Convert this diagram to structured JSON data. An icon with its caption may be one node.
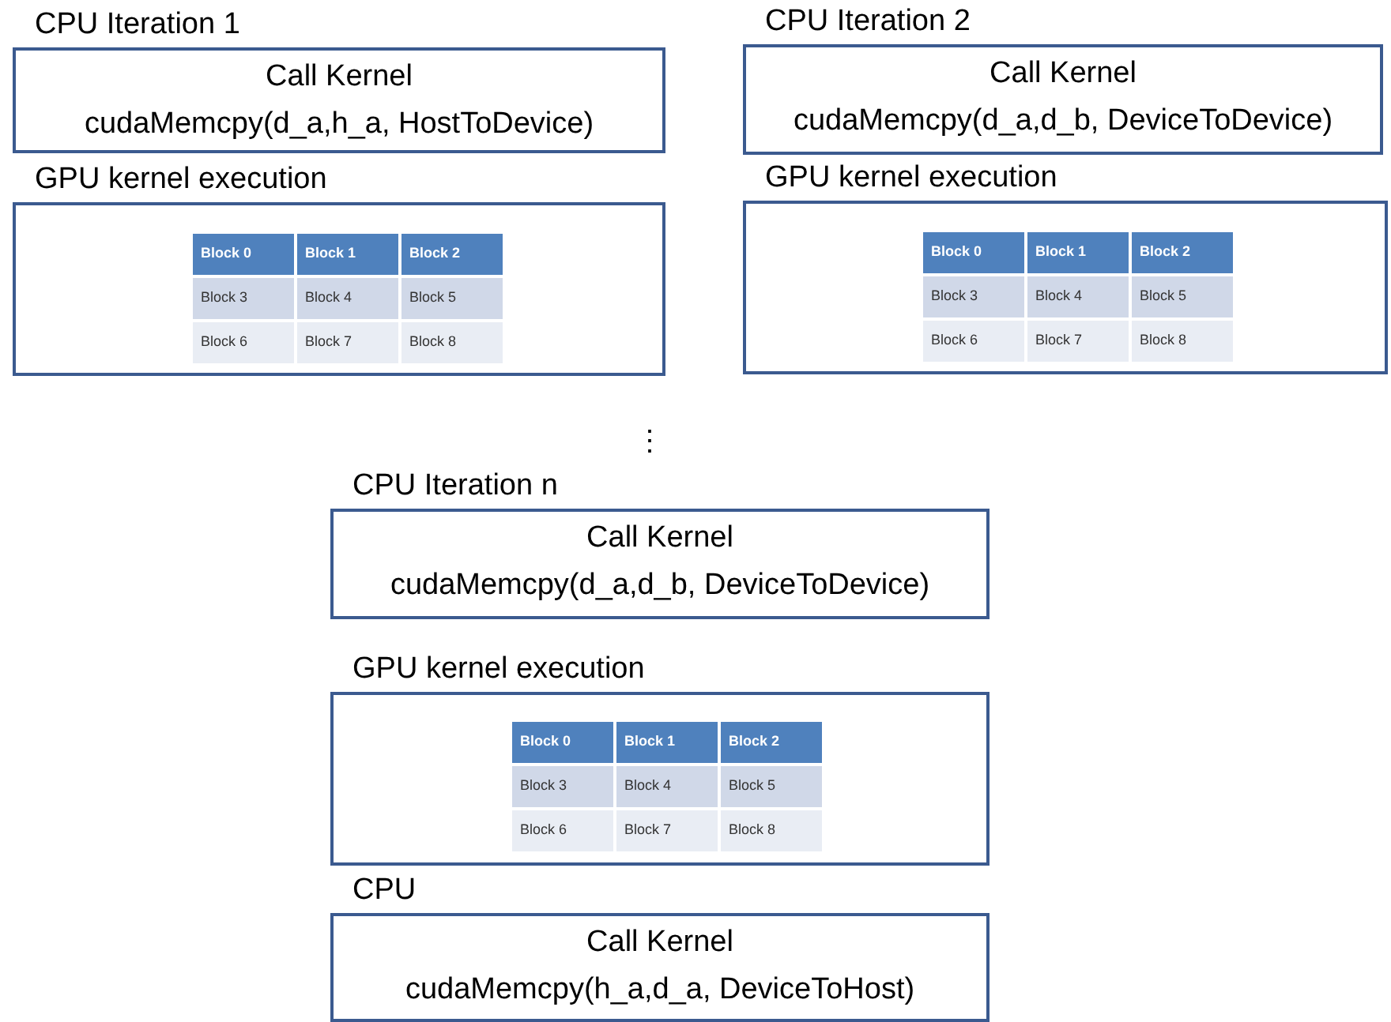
{
  "diagram": {
    "nodes": [
      {
        "text": [
          "CPU Iteration 1",
          "Call Kernel",
          "cudaMemcpy(d_a,h_a, HostToDevice)"
        ]
      },
      {
        "text": [
          "GPU kernel execution"
        ]
      },
      {
        "text": [
          "Block 0"
        ],
        "in": 1
      },
      {
        "text": [
          "Block 1"
        ],
        "in": 1
      },
      {
        "text": [
          "Block 2"
        ],
        "in": 1
      },
      {
        "text": [
          "Block 3"
        ],
        "in": 1
      },
      {
        "text": [
          "Block 4"
        ],
        "in": 1
      },
      {
        "text": [
          "Block 5"
        ],
        "in": 1
      },
      {
        "text": [
          "Block 6"
        ],
        "in": 1
      },
      {
        "text": [
          "Block 7"
        ],
        "in": 1
      },
      {
        "text": [
          "Block 8"
        ],
        "in": 1
      },
      {
        "text": [
          "CPU Iteration 2",
          "Call Kernel",
          "cudaMemcpy(d_a,d_b, DeviceToDevice)"
        ]
      },
      {
        "text": [
          "GPU kernel execution"
        ]
      },
      {
        "text": [
          "Block 0"
        ],
        "in": 12
      },
      {
        "text": [
          "Block 1"
        ],
        "in": 12
      },
      {
        "text": [
          "Block 2"
        ],
        "in": 12
      },
      {
        "text": [
          "Block 3"
        ],
        "in": 12
      },
      {
        "text": [
          "Block 4"
        ],
        "in": 12
      },
      {
        "text": [
          "Block 5"
        ],
        "in": 12
      },
      {
        "text": [
          "Block 6"
        ],
        "in": 12
      },
      {
        "text": [
          "Block 7"
        ],
        "in": 12
      },
      {
        "text": [
          "Block 8"
        ],
        "in": 12
      },
      {
        "text": [
          "CPU Iteration n",
          "Call Kernel",
          "cudaMemcpy(d_a,d_b, DeviceToDevice)"
        ]
      },
      {
        "text": [
          "GPU kernel execution"
        ]
      },
      {
        "text": [
          "Block 0"
        ],
        "in": 23
      },
      {
        "text": [
          "Block 1"
        ],
        "in": 23
      },
      {
        "text": [
          "Block 2"
        ],
        "in": 23
      },
      {
        "text": [
          "Block 3"
        ],
        "in": 23
      },
      {
        "text": [
          "Block 4"
        ],
        "in": 23
      },
      {
        "text": [
          "Block 5"
        ],
        "in": 23
      },
      {
        "text": [
          "Block 6"
        ],
        "in": 23
      },
      {
        "text": [
          "Block 7"
        ],
        "in": 23
      },
      {
        "text": [
          "Block 8"
        ],
        "in": 23
      },
      {
        "text": [
          "CPU",
          "Call Kernel",
          "cudaMemcpy(h_a,d_a, DeviceToHost)"
        ]
      }
    ],
    "edges": [],
    "labels": [
      "⋮"
    ]
  }
}
